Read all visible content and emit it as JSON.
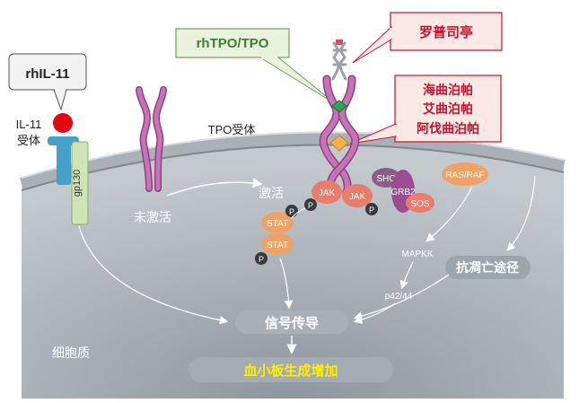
{
  "labels": {
    "rhil11": "rhIL-11",
    "il11_line1": "IL-11",
    "il11_line2": "受体",
    "gp130": "gp130",
    "rhtpo": "rhTPO/TPO",
    "tpo_receptor": "TPO受体",
    "inactive": "未激活",
    "activate": "激活",
    "cytoplasm": "细胞质",
    "jak": "JAK",
    "p": "P",
    "stat": "STAT",
    "shc": "SHC",
    "grb2": "GRB2",
    "sos": "SOS",
    "rasraf": "RAS/RAF",
    "mapkk": "MAPKK",
    "p4244": "p42/44",
    "anti_apoptosis": "抗凋亡途径",
    "signal": "信号传导",
    "platelet": "血小板生成增加"
  },
  "drugs": {
    "romiplostim": "罗普司亭",
    "line1": "海曲泊帕",
    "line2": "艾曲泊帕",
    "line3": "阿伐曲泊帕"
  },
  "colors": {
    "cytoplasm": "#b5bdc3",
    "membrane": "#97a0a8",
    "receptor": "#c774b6",
    "receptor_dark": "#8e3f84",
    "kinase_orange": "#f0a266",
    "jak_salmon": "#e77e6d",
    "grb2_purple": "#9a4d92",
    "drug_red": "#c8102e",
    "tpo_green": "#3f7d32",
    "platelet_yellow": "#ffee00",
    "il11_red": "#e30613",
    "il11_blue": "#45a1c9",
    "gp130_green": "#cfe4b4"
  }
}
